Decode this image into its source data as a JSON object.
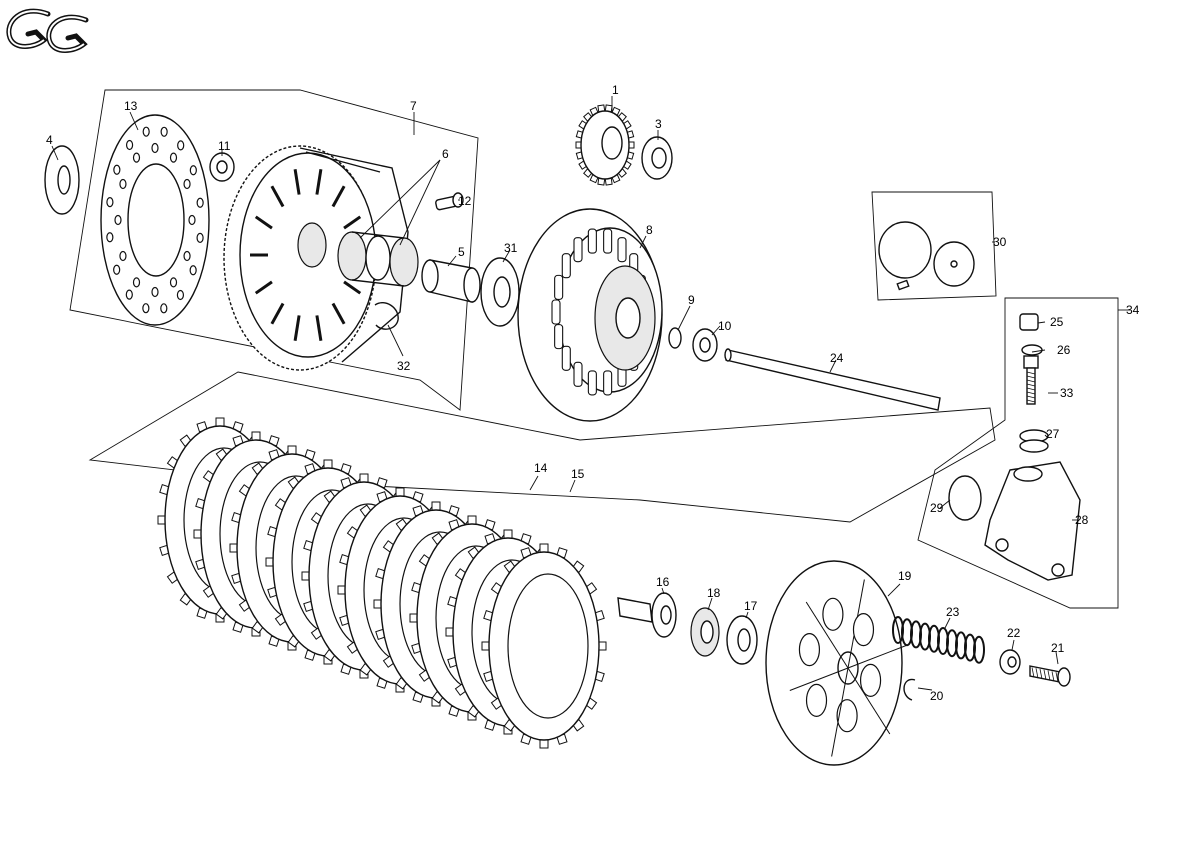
{
  "labels": {
    "l1": "1",
    "l3": "3",
    "l4": "4",
    "l5": "5",
    "l6": "6",
    "l7": "7",
    "l8": "8",
    "l9": "9",
    "l10": "10",
    "l11": "11",
    "l12": "12",
    "l13": "13",
    "l14": "14",
    "l15": "15",
    "l16": "16",
    "l17": "17",
    "l18": "18",
    "l19": "19",
    "l20": "20",
    "l21": "21",
    "l22": "22",
    "l23": "23",
    "l24": "24",
    "l25": "25",
    "l26": "26",
    "l27": "27",
    "l28": "28",
    "l29": "29",
    "l30": "30",
    "l31": "31",
    "l32": "32",
    "l33": "33",
    "l34": "34"
  }
}
